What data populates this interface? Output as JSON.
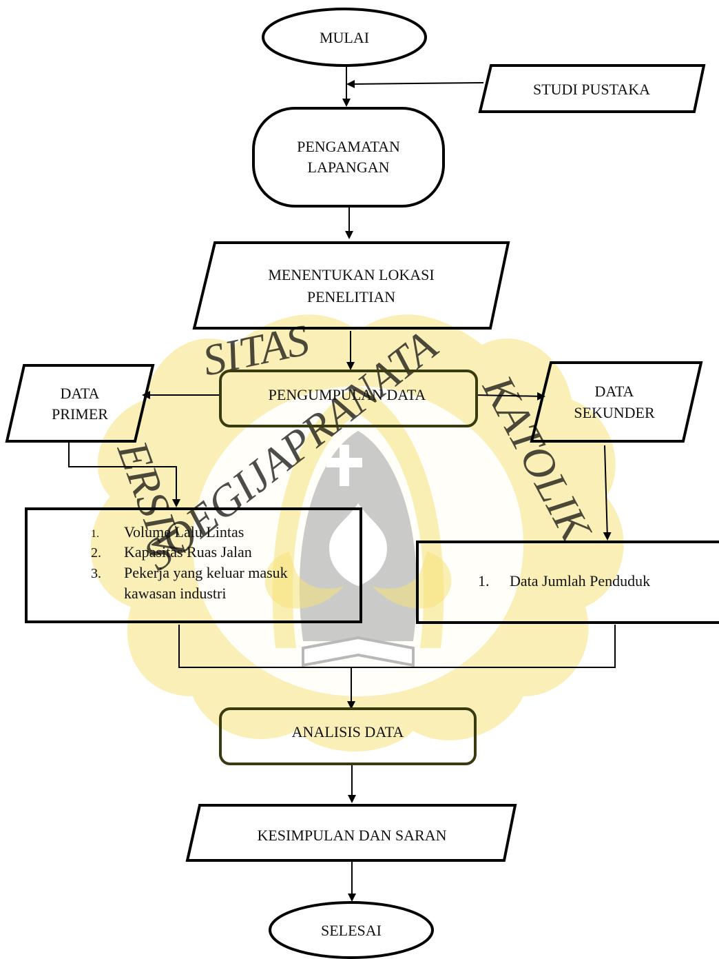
{
  "watermark": {
    "top_letters": "SITAS",
    "left_letters": "ERSIV",
    "right_letters": "KATOLIK",
    "bottom_letters": "SOEGIJAPRANATA",
    "colors": {
      "gold": "#f6e27a",
      "gray": "#9a9a9a"
    }
  },
  "nodes": {
    "start": "MULAI",
    "literature": "STUDI PUSTAKA",
    "observation_line1": "PENGAMATAN",
    "observation_line2": "LAPANGAN",
    "location_line1": "MENENTUKAN LOKASI",
    "location_line2": "PENELITIAN",
    "collect": "PENGUMPULAN DATA",
    "primary_line1": "DATA",
    "primary_line2": "PRIMER",
    "secondary_line1": "DATA",
    "secondary_line2": "SEKUNDER",
    "primary_items": [
      {
        "num": "1.",
        "text": "Volume Lalu Lintas"
      },
      {
        "num": "2.",
        "text": "Kapasitas Ruas Jalan"
      },
      {
        "num": "3.",
        "text": "Pekerja yang keluar masuk"
      }
    ],
    "primary_item3_cont": "kawasan industri",
    "secondary_items": [
      {
        "num": "1.",
        "text": "Data Jumlah Penduduk"
      }
    ],
    "analysis": "ANALISIS DATA",
    "conclusion": "KESIMPULAN DAN SARAN",
    "end": "SELESAI"
  }
}
